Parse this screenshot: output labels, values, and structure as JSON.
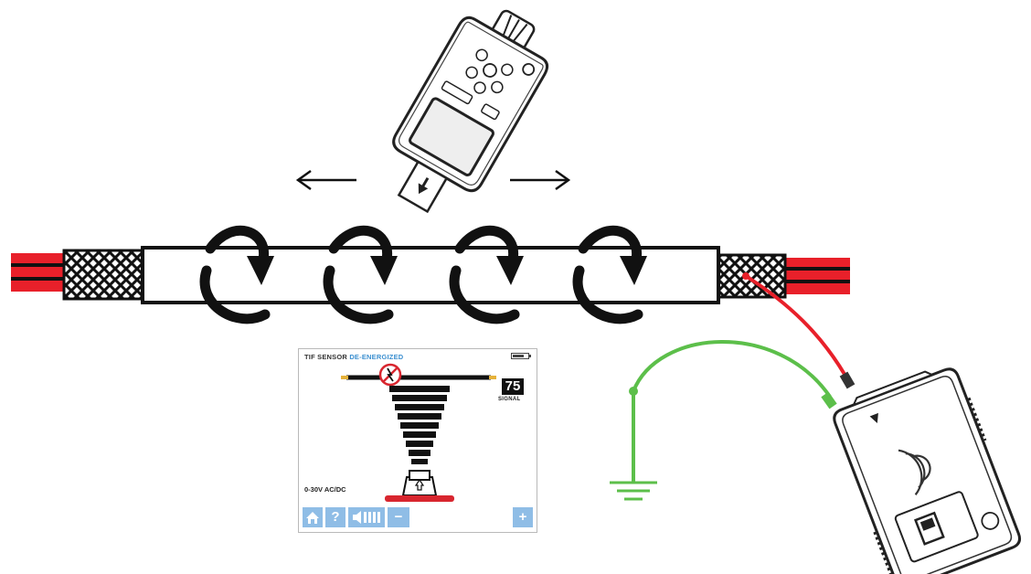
{
  "screen": {
    "header_prefix": "TIF SENSOR",
    "header_status": "DE-ENERGIZED",
    "signal_value": "75",
    "signal_label": "SIGNAL",
    "range_label": "0-30V AC/DC",
    "buttons": {
      "help": "?",
      "minus": "−",
      "plus": "+"
    }
  },
  "colors": {
    "conductor_red": "#e8202a",
    "ground_green": "#5cbf4a",
    "ui_blue": "#8fbde6",
    "status_blue": "#3b8fd0",
    "base_red": "#d8262f"
  },
  "icons": [
    "arrow-left-icon",
    "arrow-right-icon",
    "rotation-arrow-icon",
    "ground-symbol-icon",
    "home-icon",
    "volume-icon",
    "no-voltage-icon"
  ]
}
